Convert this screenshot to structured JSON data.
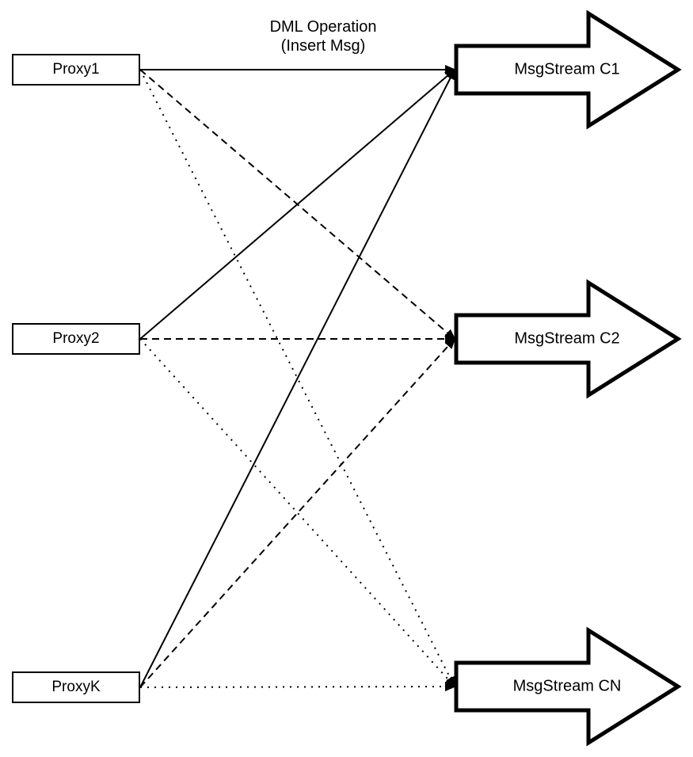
{
  "diagram": {
    "edge_label": {
      "line1": "DML Operation",
      "line2": "(Insert Msg)"
    },
    "proxies": [
      {
        "id": "proxy1",
        "label": "Proxy1"
      },
      {
        "id": "proxy2",
        "label": "Proxy2"
      },
      {
        "id": "proxyk",
        "label": "ProxyK"
      }
    ],
    "streams": [
      {
        "id": "c1",
        "label": "MsgStream C1"
      },
      {
        "id": "c2",
        "label": "MsgStream C2"
      },
      {
        "id": "cn",
        "label": "MsgStream CN"
      }
    ],
    "edges": [
      {
        "from_id": "proxy1",
        "to_id": "c1",
        "from": "Proxy1",
        "to": "MsgStream C1",
        "style": "solid"
      },
      {
        "from_id": "proxy1",
        "to_id": "c2",
        "from": "Proxy1",
        "to": "MsgStream C2",
        "style": "dashed"
      },
      {
        "from_id": "proxy1",
        "to_id": "cn",
        "from": "Proxy1",
        "to": "MsgStream CN",
        "style": "dotted"
      },
      {
        "from_id": "proxy2",
        "to_id": "c1",
        "from": "Proxy2",
        "to": "MsgStream C1",
        "style": "solid"
      },
      {
        "from_id": "proxy2",
        "to_id": "c2",
        "from": "Proxy2",
        "to": "MsgStream C2",
        "style": "dashed"
      },
      {
        "from_id": "proxy2",
        "to_id": "cn",
        "from": "Proxy2",
        "to": "MsgStream CN",
        "style": "dotted"
      },
      {
        "from_id": "proxyk",
        "to_id": "c1",
        "from": "ProxyK",
        "to": "MsgStream C1",
        "style": "solid"
      },
      {
        "from_id": "proxyk",
        "to_id": "c2",
        "from": "ProxyK",
        "to": "MsgStream C2",
        "style": "dashed"
      },
      {
        "from_id": "proxyk",
        "to_id": "cn",
        "from": "ProxyK",
        "to": "MsgStream CN",
        "style": "dotted"
      }
    ],
    "colors": {
      "line": "#000000",
      "shape_stroke": "#000000",
      "shape_fill": "#ffffff",
      "text": "#000000",
      "background": "#ffffff"
    }
  }
}
